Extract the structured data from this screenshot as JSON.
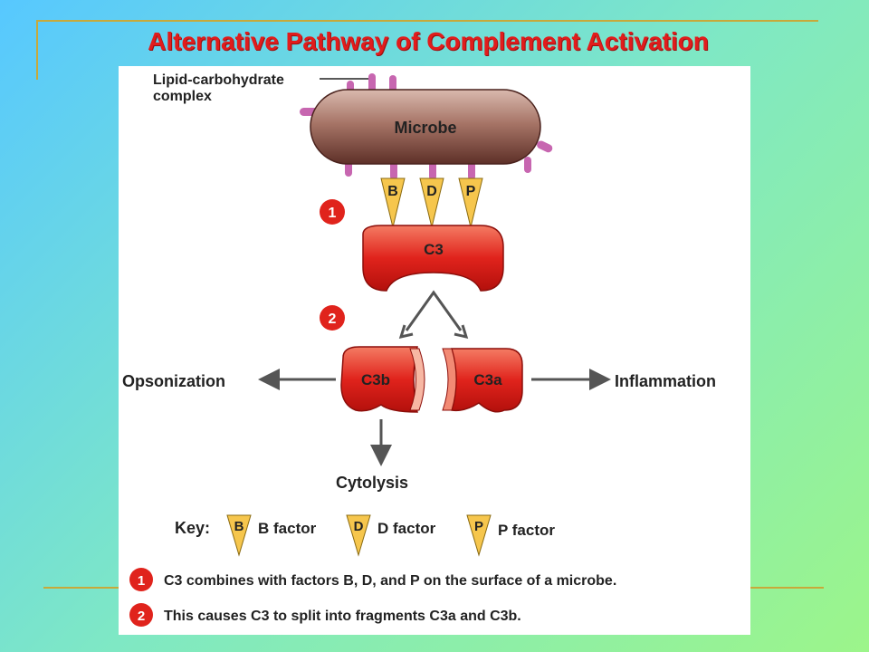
{
  "title": "Alternative Pathway of Complement Activation",
  "diagram": {
    "lipid_label_line1": "Lipid-carbohydrate",
    "lipid_label_line2": "complex",
    "microbe": "Microbe",
    "factor_b": "B",
    "factor_d": "D",
    "factor_p": "P",
    "step1": "1",
    "step2": "2",
    "c3": "C3",
    "c3b": "C3b",
    "c3a": "C3a",
    "opsonization": "Opsonization",
    "inflammation": "Inflammation",
    "cytolysis": "Cytolysis"
  },
  "key": {
    "label": "Key:",
    "b_letter": "B",
    "b_text": "B factor",
    "d_letter": "D",
    "d_text": "D factor",
    "p_letter": "P",
    "p_text": "P factor"
  },
  "notes": [
    {
      "num": "1",
      "text": "C3 combines with factors B, D, and P on the surface of a microbe."
    },
    {
      "num": "2",
      "text": "This causes C3 to split into fragments C3a and C3b."
    }
  ],
  "colors": {
    "title": "#e11c1c",
    "microbe": "#8a5a50",
    "spike": "#c766b0",
    "c3": "#e0231c",
    "factor": "#f6c64d",
    "step_badge": "#e0231c",
    "arrow": "#555555"
  }
}
